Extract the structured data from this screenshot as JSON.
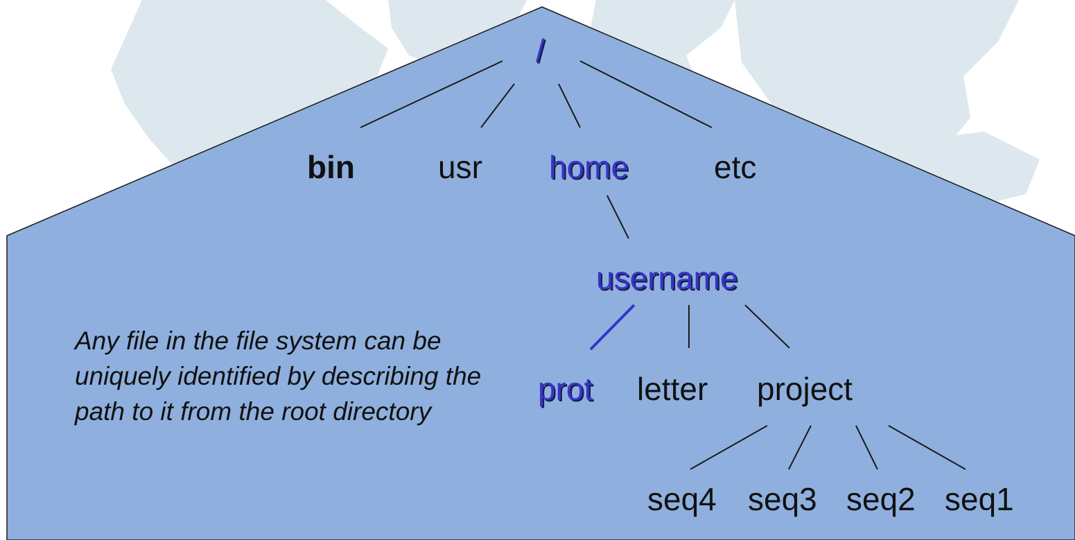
{
  "colors": {
    "panel_fill": "#8fb0de",
    "panel_stroke": "#1a1a1a",
    "map_fill": "#dce7ee",
    "map_background": "#ffffff",
    "text": "#111111",
    "highlight_text": "#3535c8",
    "edge": "#1a1a1a"
  },
  "diagram": {
    "root": {
      "label": "/",
      "highlighted": true
    },
    "level1": [
      {
        "label": "bin",
        "bold": true
      },
      {
        "label": "usr"
      },
      {
        "label": "home",
        "highlighted": true
      },
      {
        "label": "etc"
      }
    ],
    "level2": [
      {
        "label": "username",
        "highlighted": true,
        "parent": "home"
      }
    ],
    "level3": [
      {
        "label": "prot",
        "highlighted": true,
        "parent": "username"
      },
      {
        "label": "letter",
        "parent": "username"
      },
      {
        "label": "project",
        "parent": "username"
      }
    ],
    "level4": [
      {
        "label": "seq4",
        "parent": "project"
      },
      {
        "label": "seq3",
        "parent": "project"
      },
      {
        "label": "seq2",
        "parent": "project"
      },
      {
        "label": "seq1",
        "parent": "project"
      }
    ],
    "highlighted_path": [
      "/",
      "home",
      "username",
      "prot"
    ]
  },
  "caption": "Any file in the file system can be uniquely identified by describing the path to it from the root directory",
  "background_icon": "world-map"
}
